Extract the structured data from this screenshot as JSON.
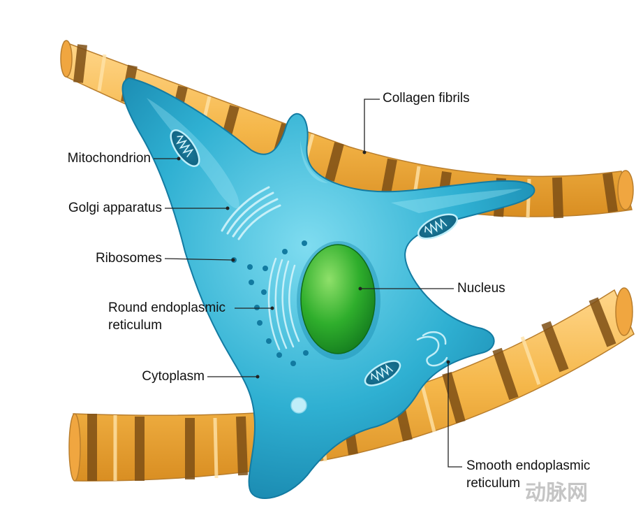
{
  "labels": {
    "collagen": "Collagen fibrils",
    "mitochondrion": "Mitochondrion",
    "golgi": "Golgi apparatus",
    "ribosomes": "Ribosomes",
    "round_er_1": "Round endoplasmic",
    "round_er_2": "reticulum",
    "cytoplasm": "Cytoplasm",
    "nucleus": "Nucleus",
    "smooth_er_1": "Smooth endoplasmic",
    "smooth_er_2": "reticulum"
  },
  "watermark": "动脉网",
  "colors": {
    "fibril_light": "#f5b74a",
    "fibril_band": "#8a5a1e",
    "cell_body": "#2aa6c9",
    "cell_light": "#6fd3ea",
    "nucleus": "#1f9a2e",
    "nucleus_light": "#7ed36a"
  }
}
